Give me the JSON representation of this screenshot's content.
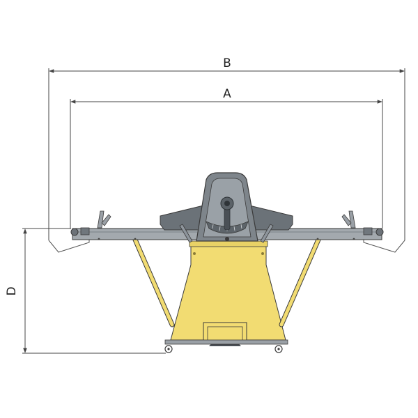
{
  "dimensions": {
    "A": "A",
    "B": "B",
    "D": "D"
  },
  "colors": {
    "body_yellow": "#f2dc72",
    "frame_gray": "#8e959c",
    "dark_gray": "#5a6168",
    "line": "#3a3a3a",
    "dimension_line": "#444444"
  }
}
